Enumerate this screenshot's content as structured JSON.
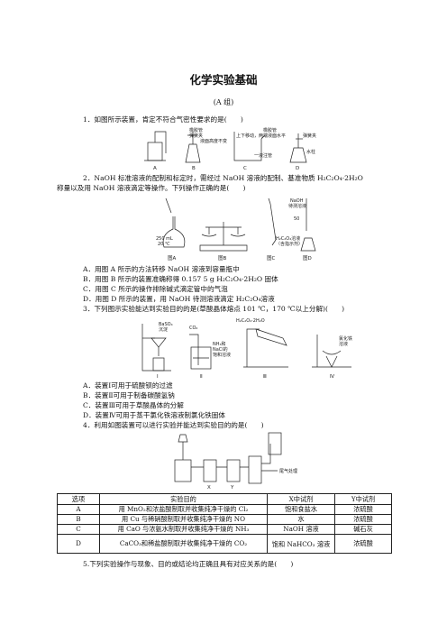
{
  "title": "化学实验基础",
  "group": "(A 组)",
  "q1": {
    "text": "1．如图所示装置，肯定不符合气密性要求的是(　　)",
    "labels": [
      "A",
      "B",
      "C",
      "D"
    ],
    "notes": [
      "橡胶管",
      "弹簧夹",
      "液面高度不变",
      "上下移动，两端液面水平",
      "橡胶管",
      "一液注管",
      "弹簧夹",
      "水柱"
    ]
  },
  "q2": {
    "line1": "2．NaOH 标准溶液的配制和标定时，需经过 NaOH 溶液的配制、基准物质 H₂C₂O₄·2H₂O",
    "line2": "称量以及用 NaOH 溶液滴定等操作。下列操作正确的是(　　)",
    "fig_labels": [
      "图A",
      "图B",
      "图C",
      "图D"
    ],
    "fig_notes": [
      "250 mL",
      "20 ℃",
      "NaOH",
      "待测溶液",
      "H₂C₂O₄溶液",
      "（含指示剂）",
      "50"
    ],
    "options": [
      "A．用图 A 所示的方法转移 NaOH 溶液到容量瓶中",
      "B．用图 B 所示的装置准确称得 0.157 5 g H₂C₂O₄·2H₂O 固体",
      "C．用图 C 所示的操作排除碱式滴定管中的气泡",
      "D．用图 D 所示的装置，用 NaOH 待测溶液滴定 H₂C₂O₄溶液"
    ]
  },
  "q3": {
    "text": "3．下列图示实验能达到实验目的的是(草酸晶体熔点 101 ℃，170 ℃以上分解)(　　)",
    "fig_labels": [
      "Ⅰ",
      "Ⅱ",
      "Ⅲ",
      "Ⅳ"
    ],
    "fig_notes": [
      "BaSO₄",
      "沉淀",
      "CO₂",
      "NH₃和",
      "NaCl的",
      "饱和溶液",
      "H₂C₂O₄·2H₂O",
      "氯化铁",
      "溶液"
    ],
    "options": [
      "A．装置Ⅰ可用于硫酸钡的过滤",
      "B．装置Ⅱ可用于制备碳酸氢钠",
      "C．装置Ⅲ可用于草酸晶体的分解",
      "D．装置Ⅳ可用于蒸干氯化铁溶液制氯化铁固体"
    ]
  },
  "q4": {
    "text": "4．利用如图装置可以进行实验并能达到实验目的的是(　　)",
    "fig_notes": [
      "X",
      "Y",
      "尾气处理"
    ],
    "table": {
      "headers": [
        "选项",
        "实验目的",
        "X中试剂",
        "Y中试剂"
      ],
      "rows": [
        [
          "A",
          "用 MnO₂和浓盐酸制取并收集纯净干燥的 Cl₂",
          "饱和食盐水",
          "浓硫酸"
        ],
        [
          "B",
          "用 Cu 与稀硝酸制取并收集纯净干燥的 NO",
          "水",
          "浓硫酸"
        ],
        [
          "C",
          "用 CaO 与浓氨水制取并收集纯净干燥的 NH₃",
          "NaOH 溶液",
          "碱石灰"
        ],
        [
          "D",
          "CaCO₃和稀盐酸制取并收集纯净干燥的 CO₂",
          "饱和 NaHCO₃ 溶液",
          "浓硫酸"
        ]
      ]
    }
  },
  "q5": {
    "text": "5.下列实验操作与现象、目的或结论均正确且具有对应关系的是(　　)"
  }
}
